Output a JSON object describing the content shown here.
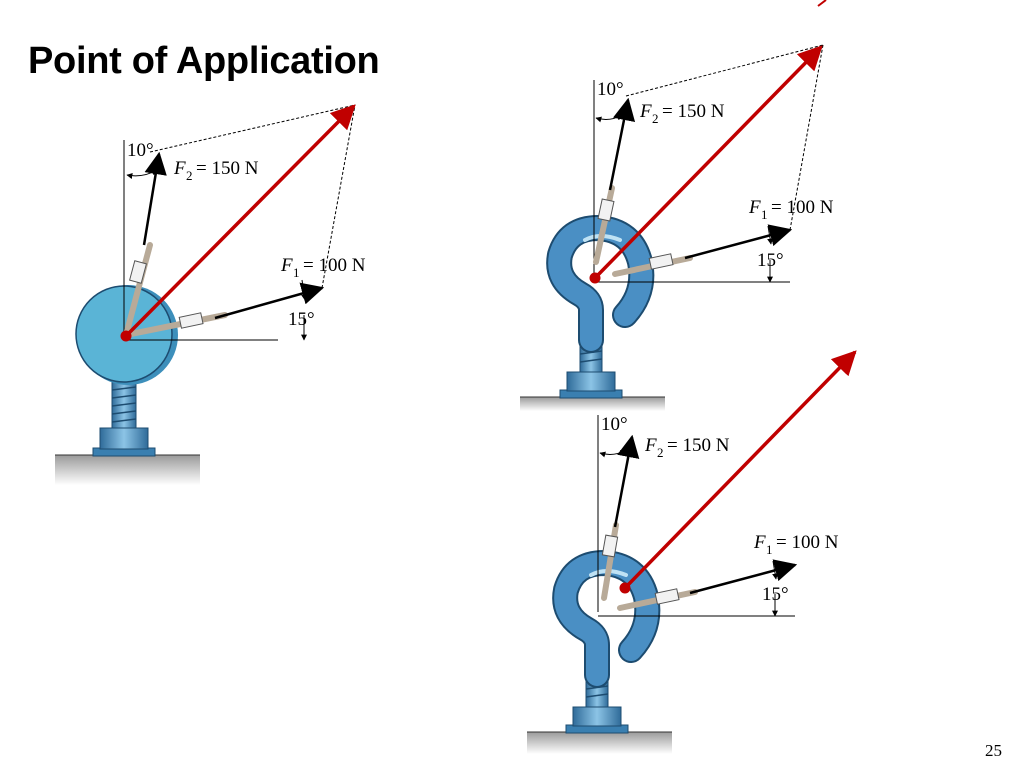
{
  "slide": {
    "title": "Point of Application",
    "page_number": "25"
  },
  "diagrams": [
    {
      "id": "post",
      "f1_symbol": "F",
      "f1_sub": "1",
      "f1_value": "= 100 N",
      "f2_symbol": "F",
      "f2_sub": "2",
      "f2_value": "= 150 N",
      "angle_f1": "15°",
      "angle_f2": "10°"
    },
    {
      "id": "hook-top",
      "f1_symbol": "F",
      "f1_sub": "1",
      "f1_value": "= 100 N",
      "f2_symbol": "F",
      "f2_sub": "2",
      "f2_value": "= 150 N",
      "angle_f1": "15°",
      "angle_f2": "10°"
    },
    {
      "id": "hook-bottom",
      "f1_symbol": "F",
      "f1_sub": "1",
      "f1_value": "= 100 N",
      "f2_symbol": "F",
      "f2_sub": "2",
      "f2_value": "= 150 N",
      "angle_f1": "15°",
      "angle_f2": "10°"
    }
  ],
  "colors": {
    "resultant": "#c00000",
    "post_fill": "#5ab4d6",
    "hook_fill": "#4a8fc4",
    "cable": "#b8aa98",
    "ground": "#a8a8a8"
  }
}
